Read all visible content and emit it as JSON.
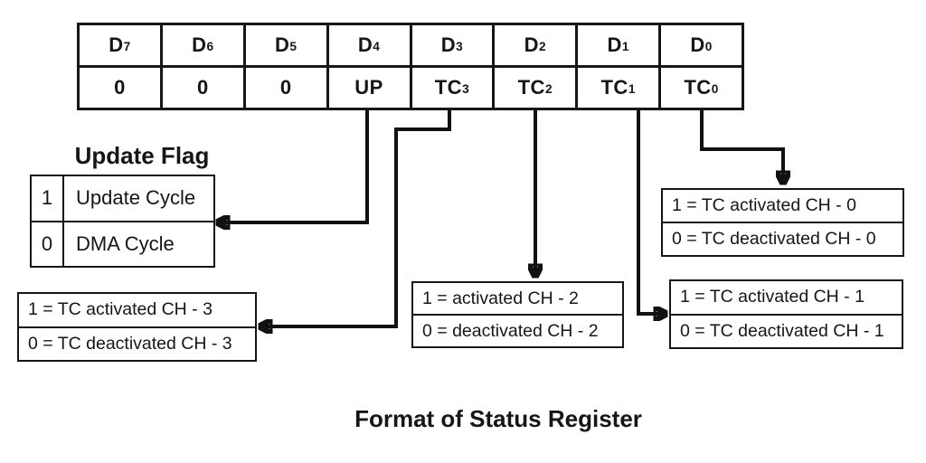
{
  "register": {
    "bits": [
      {
        "name": "D",
        "sub": "7",
        "value": "0",
        "value_sub": ""
      },
      {
        "name": "D",
        "sub": "6",
        "value": "0",
        "value_sub": ""
      },
      {
        "name": "D",
        "sub": "5",
        "value": "0",
        "value_sub": ""
      },
      {
        "name": "D",
        "sub": "4",
        "value": "UP",
        "value_sub": ""
      },
      {
        "name": "D",
        "sub": "3",
        "value": "TC",
        "value_sub": "3"
      },
      {
        "name": "D",
        "sub": "2",
        "value": "TC",
        "value_sub": "2"
      },
      {
        "name": "D",
        "sub": "1",
        "value": "TC",
        "value_sub": "1"
      },
      {
        "name": "D",
        "sub": "0",
        "value": "TC",
        "value_sub": "0"
      }
    ]
  },
  "update_flag": {
    "title": "Update Flag",
    "rows": [
      {
        "value": "1",
        "meaning": "Update Cycle"
      },
      {
        "value": "0",
        "meaning": "DMA Cycle"
      }
    ]
  },
  "channel_boxes": {
    "ch3": {
      "line1": "1 = TC activated CH - 3",
      "line2": "0 = TC deactivated CH - 3"
    },
    "ch2": {
      "line1": "1 = activated CH - 2",
      "line2": "0 = deactivated CH - 2"
    },
    "ch1": {
      "line1": "1 = TC activated CH - 1",
      "line2": "0 = TC deactivated CH - 1"
    },
    "ch0": {
      "line1": "1 = TC activated CH - 0",
      "line2": "0 = TC deactivated CH - 0"
    }
  },
  "caption": "Format of Status Register",
  "colors": {
    "ink": "#161616",
    "line": "#111111",
    "background": "#ffffff"
  }
}
